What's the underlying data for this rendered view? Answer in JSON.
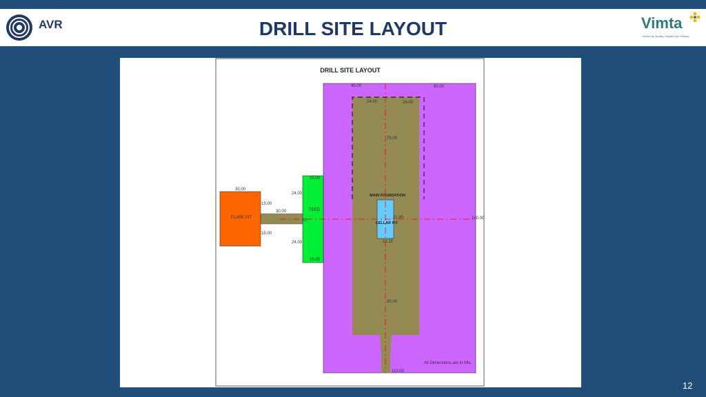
{
  "slide": {
    "title": "DRILL SITE LAYOUT",
    "page_number": "12"
  },
  "logos": {
    "left_text": "AVR",
    "right_text": "Vimta",
    "right_tagline": "Driven by Quality. Inspired by Science."
  },
  "diagram": {
    "title": "DRILL SITE  LAYOUT",
    "zones": {
      "flare_pit": "FLARE  PIT",
      "teed": "TEED",
      "main_foundation": "MAIN FOUNDATION",
      "cellar_pit": "CELLAR  PIT"
    },
    "dimensions": {
      "d45": "45.00",
      "d65": "65.00",
      "d24_top": "24.00",
      "d28": "28.00",
      "d75": "75.00",
      "d15_teed_top": "15.00",
      "d30_flare": "30.00",
      "d24_left_top": "24.00",
      "d15_upper": "15.00",
      "d30_pipe": "30.00",
      "d00": "00",
      "d21_90": "21.90",
      "d160": "160.00",
      "d15_lower": "15.00",
      "d24_left_bottom": "24.00",
      "d12_10": "12.10",
      "d15_teed_bottom": "15.00",
      "d85": "85.00",
      "d110": "110.00"
    },
    "note": "All Dimensions are in Mts.",
    "colors": {
      "site": "#cc66ff",
      "road": "#948a54",
      "teed": "#00ee33",
      "flare_pit": "#ff6600",
      "cellar_pit": "#66ccff",
      "centerline": "#ff0000"
    }
  }
}
